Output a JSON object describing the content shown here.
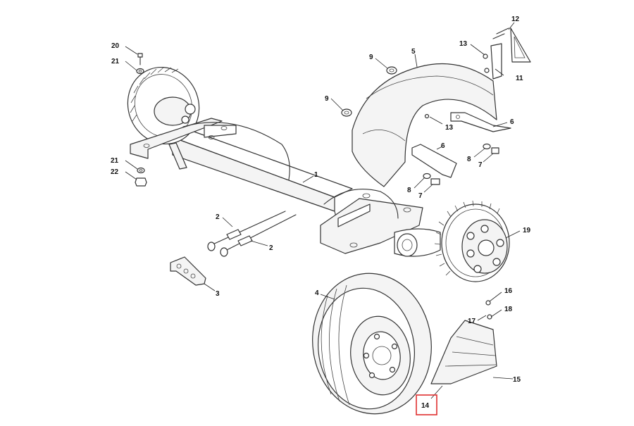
{
  "callouts": {
    "c20": "20",
    "c21a": "21",
    "c21b": "21",
    "c22": "22",
    "c9a": "9",
    "c9b": "9",
    "c5": "5",
    "c12": "12",
    "c13a": "13",
    "c13b": "13",
    "c11": "11",
    "c6a": "6",
    "c6b": "6",
    "c8a": "8",
    "c8b": "8",
    "c7a": "7",
    "c7b": "7",
    "c1": "1",
    "c2a": "2",
    "c2b": "2",
    "c3": "3",
    "c19": "19",
    "c4": "4",
    "c16": "16",
    "c18": "18",
    "c17": "17",
    "c15": "15",
    "c14": "14"
  },
  "highlight": {
    "callout": "14",
    "color": "#e03030"
  }
}
